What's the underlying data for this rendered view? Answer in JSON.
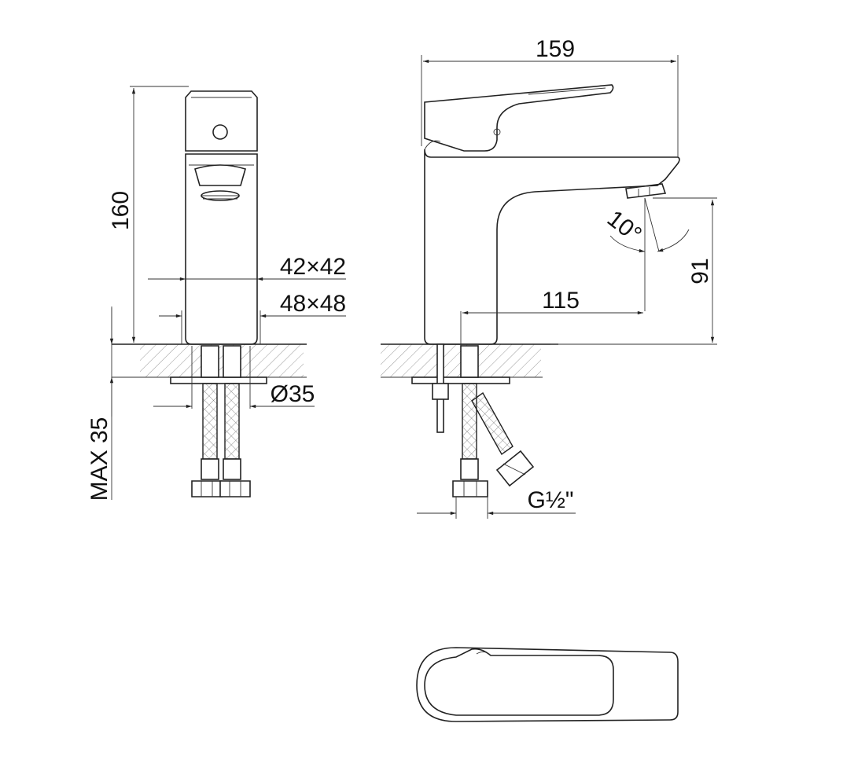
{
  "dimensions": {
    "total_height": "160",
    "body_section_small": "42×42",
    "body_section_large": "48×48",
    "mounting_hole_diameter": "Ø35",
    "max_deck_thickness": "MAX 35",
    "total_length": "159",
    "spout_reach": "115",
    "spout_height": "91",
    "spray_angle": "10°",
    "connection_thread": "G½\""
  },
  "views": [
    "front-view",
    "side-view",
    "top-view"
  ]
}
